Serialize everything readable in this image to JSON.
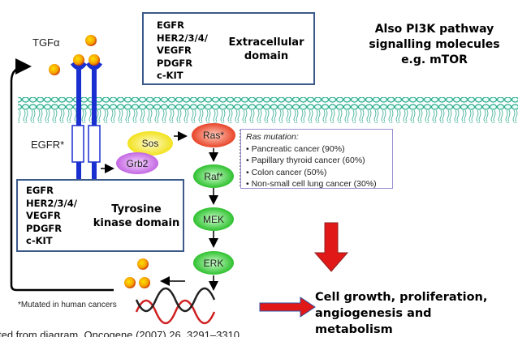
{
  "extracellular_box": {
    "items": [
      "EGFR",
      "HER2/3/4/",
      "VEGFR",
      "PDGFR",
      "c-KIT"
    ],
    "label": "Extracellular domain"
  },
  "tyrosine_box": {
    "items": [
      "EGFR",
      "HER2/3/4/",
      "VEGFR",
      "PDGFR",
      "c-KIT"
    ],
    "label": "Tyrosine kinase domain"
  },
  "side_note": "Also PI3K pathway signalling molecules e.g. mTOR",
  "labels": {
    "tgf": "TGFα",
    "egfr": "EGFR*",
    "sos": "Sos",
    "grb2": "Grb2",
    "ras": "Ras*",
    "raf": "Raf*",
    "mek": "MEK",
    "erk": "ERK",
    "mutated_note": "*Mutated in human cancers",
    "outcome": "Cell growth, proliferation, angiogenesis and metabolism",
    "citation": "ted from diagram, Oncogene (2007) 26, 3291–3310"
  },
  "ras_mutation": {
    "title": "Ras mutation:",
    "items": [
      "Pancreatic cancer (90%)",
      "Papillary thyroid cancer (60%)",
      "Colon cancer (50%)",
      "Non-small cell lung cancer (30%)"
    ]
  },
  "colors": {
    "ras": "#e8452a",
    "green": "#2fc12f",
    "sos": "#f2e21e",
    "grb2": "#c060e0",
    "receptor": "#1a2fd0",
    "arrow_red": "#e01818",
    "membrane": "#2aa88a"
  }
}
